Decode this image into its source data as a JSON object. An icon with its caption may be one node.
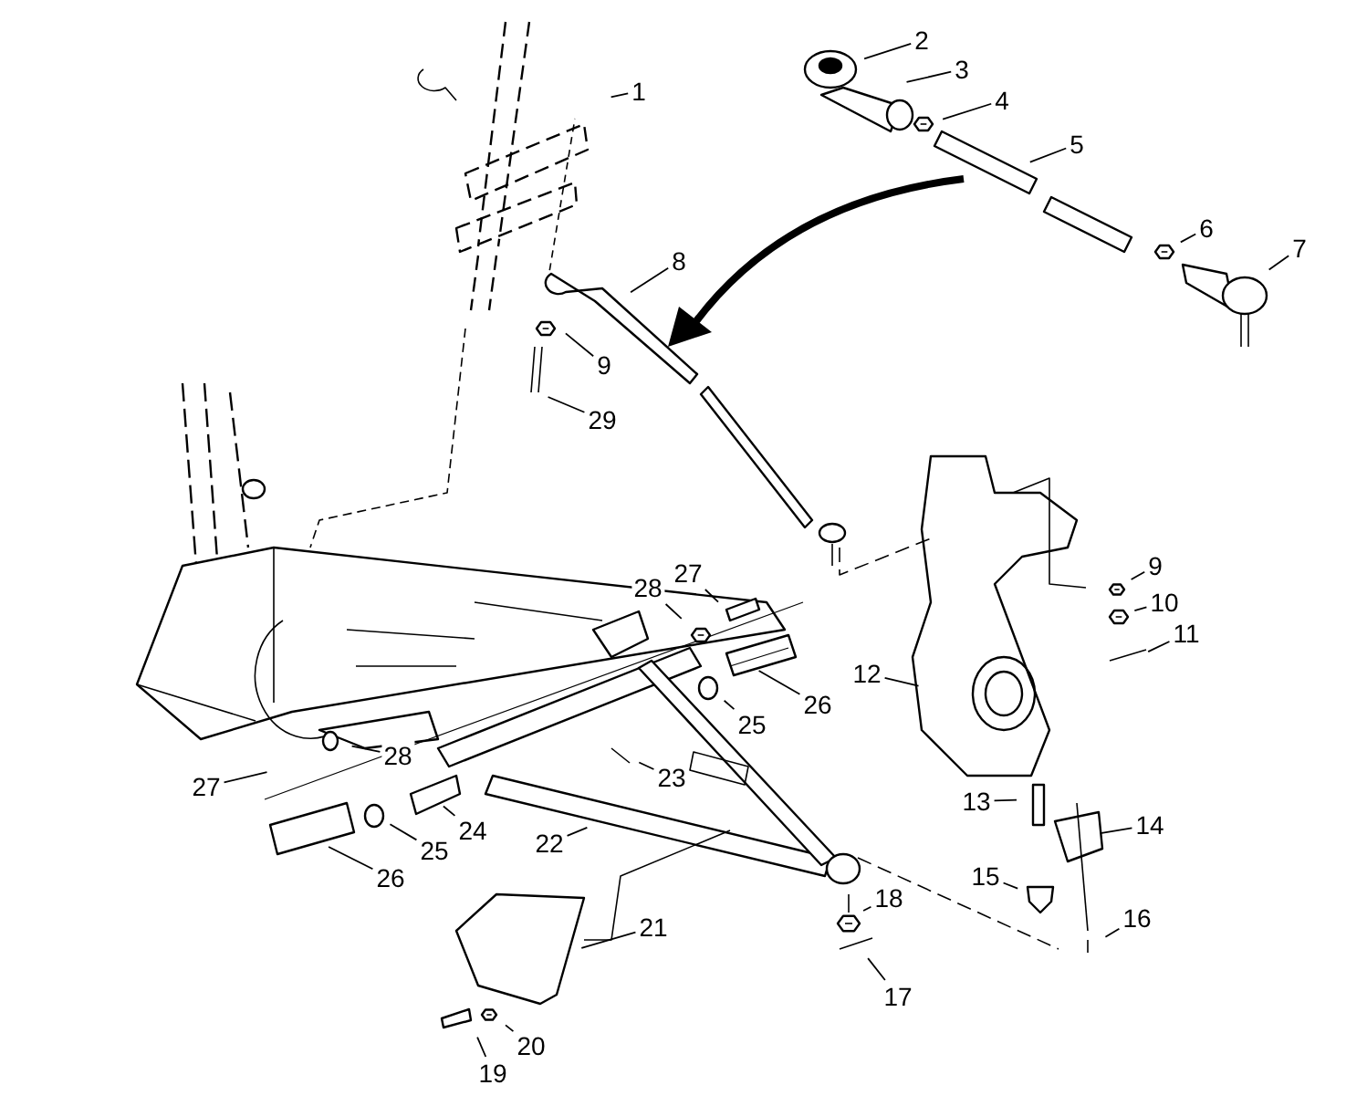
{
  "diagram": {
    "nodes": [
      {
        "text": [
          "2"
        ]
      },
      {
        "text": [
          "3"
        ]
      },
      {
        "text": [
          "1"
        ]
      },
      {
        "text": [
          "4"
        ]
      },
      {
        "text": [
          "5"
        ]
      },
      {
        "text": [
          "6"
        ]
      },
      {
        "text": [
          "7"
        ]
      },
      {
        "text": [
          "8"
        ]
      },
      {
        "text": [
          "9"
        ]
      },
      {
        "text": [
          "29"
        ]
      },
      {
        "text": [
          "9"
        ]
      },
      {
        "text": [
          "27"
        ]
      },
      {
        "text": [
          "10"
        ]
      },
      {
        "text": [
          "28"
        ]
      },
      {
        "text": [
          "11"
        ]
      },
      {
        "text": [
          "12"
        ]
      },
      {
        "text": [
          "26"
        ]
      },
      {
        "text": [
          "25"
        ]
      },
      {
        "text": [
          "27"
        ]
      },
      {
        "text": [
          "28"
        ]
      },
      {
        "text": [
          "23"
        ]
      },
      {
        "text": [
          "13"
        ]
      },
      {
        "text": [
          "14"
        ]
      },
      {
        "text": [
          "24"
        ]
      },
      {
        "text": [
          "22"
        ]
      },
      {
        "text": [
          "25"
        ]
      },
      {
        "text": [
          "15"
        ]
      },
      {
        "text": [
          "26"
        ]
      },
      {
        "text": [
          "18"
        ]
      },
      {
        "text": [
          "16"
        ]
      },
      {
        "text": [
          "21"
        ]
      },
      {
        "text": [
          "17"
        ]
      },
      {
        "text": [
          "20"
        ]
      },
      {
        "text": [
          "19"
        ]
      }
    ],
    "edges": [
      {
        "from": 0,
        "to": null,
        "arrow": "none"
      },
      {
        "from": 1,
        "to": null,
        "arrow": "none"
      },
      {
        "from": 2,
        "to": null,
        "arrow": "none"
      },
      {
        "from": 3,
        "to": null,
        "arrow": "none"
      },
      {
        "from": 4,
        "to": null,
        "arrow": "none"
      },
      {
        "from": 5,
        "to": null,
        "arrow": "none"
      },
      {
        "from": 6,
        "to": null,
        "arrow": "none"
      },
      {
        "from": 7,
        "to": null,
        "arrow": "none"
      },
      {
        "from": 8,
        "to": null,
        "arrow": "none"
      },
      {
        "from": 9,
        "to": null,
        "arrow": "none"
      },
      {
        "from": 10,
        "to": null,
        "arrow": "none"
      },
      {
        "from": 11,
        "to": null,
        "arrow": "none"
      },
      {
        "from": 12,
        "to": null,
        "arrow": "none"
      },
      {
        "from": 13,
        "to": null,
        "arrow": "none"
      },
      {
        "from": 14,
        "to": null,
        "arrow": "none"
      },
      {
        "from": 15,
        "to": null,
        "arrow": "none"
      },
      {
        "from": 16,
        "to": null,
        "arrow": "none"
      },
      {
        "from": 17,
        "to": null,
        "arrow": "none"
      },
      {
        "from": 18,
        "to": null,
        "arrow": "none"
      },
      {
        "from": 19,
        "to": null,
        "arrow": "none"
      },
      {
        "from": 20,
        "to": null,
        "arrow": "none"
      },
      {
        "from": 21,
        "to": null,
        "arrow": "none"
      },
      {
        "from": 22,
        "to": null,
        "arrow": "none"
      },
      {
        "from": 23,
        "to": null,
        "arrow": "none"
      },
      {
        "from": 24,
        "to": null,
        "arrow": "none"
      },
      {
        "from": 25,
        "to": null,
        "arrow": "none"
      },
      {
        "from": 26,
        "to": null,
        "arrow": "none"
      },
      {
        "from": 27,
        "to": null,
        "arrow": "none"
      },
      {
        "from": 28,
        "to": null,
        "arrow": "none"
      },
      {
        "from": 29,
        "to": null,
        "arrow": "none"
      },
      {
        "from": 30,
        "to": null,
        "arrow": "none"
      },
      {
        "from": 31,
        "to": null,
        "arrow": "none"
      },
      {
        "from": 32,
        "to": null,
        "arrow": "none"
      },
      {
        "from": 33,
        "to": null,
        "arrow": "none"
      }
    ]
  }
}
